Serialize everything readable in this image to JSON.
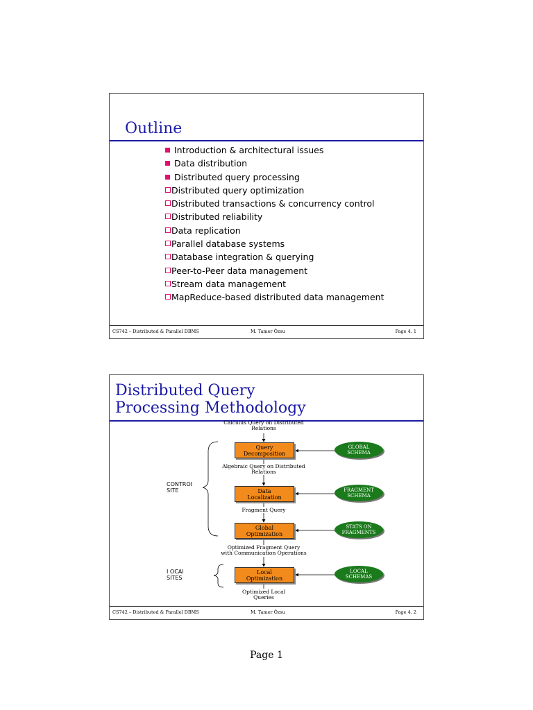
{
  "slide1": {
    "title": "Outline",
    "items": [
      {
        "text": "Introduction & architectural issues",
        "style": "filled"
      },
      {
        "text": "Data distribution",
        "style": "filled"
      },
      {
        "text": "Distributed query processing",
        "style": "filled"
      },
      {
        "text": "Distributed query optimization",
        "style": "hollow"
      },
      {
        "text": "Distributed transactions & concurrency control",
        "style": "hollow"
      },
      {
        "text": "Distributed reliability",
        "style": "hollow"
      },
      {
        "text": "Data replication",
        "style": "hollow"
      },
      {
        "text": "Parallel database systems",
        "style": "hollow"
      },
      {
        "text": "Database integration & querying",
        "style": "hollow"
      },
      {
        "text": "Peer-to-Peer data management",
        "style": "hollow"
      },
      {
        "text": "Stream data management",
        "style": "hollow"
      },
      {
        "text": "MapReduce-based distributed data management",
        "style": "hollow"
      }
    ],
    "footer": {
      "course": "CS742 – Distributed & Parallel DBMS",
      "author": "M. Tamer Özsu",
      "page": "Page 4. 1"
    }
  },
  "slide2": {
    "title_line1": "Distributed Query",
    "title_line2": "Processing Methodology",
    "labels": {
      "calculus_query": "Calculus Query on Distributed\nRelations",
      "algebraic_query": "Algebraic Query on Distributed\nRelations",
      "fragment_query": "Fragment Query",
      "optimized_fragment_query": "Optimized Fragment Query\nwith Communication Operations",
      "optimized_local_queries": "Optimized Local\nQueries",
      "control_site": "CONTROI\nSITE",
      "local_sites": "I OCAI\nSITES"
    },
    "boxes": {
      "query_decomposition": "Query\nDecomposition",
      "data_localization": "Data\nLocalization",
      "global_optimization": "Global\nOptimization",
      "local_optimization": "Local\nOptimization"
    },
    "ovals": {
      "global_schema": "GLOBAL\nSCHEMA",
      "fragment_schema": "FRAGMENT\nSCHEMA",
      "stats_on_fragments": "STATS ON\nFRAGMENTS",
      "local_schemas": "LOCAL\nSCHEMAS"
    },
    "footer": {
      "course": "CS742 – Distributed & Parallel DBMS",
      "author": "M. Tamer Özsu",
      "page": "Page 4. 2"
    }
  },
  "page_label": "Page 1",
  "colors": {
    "title_blue": "#1a1aa6",
    "bullet_magenta": "#e0106e",
    "box_orange": "#f28a1c",
    "oval_green": "#1b7a1b"
  }
}
